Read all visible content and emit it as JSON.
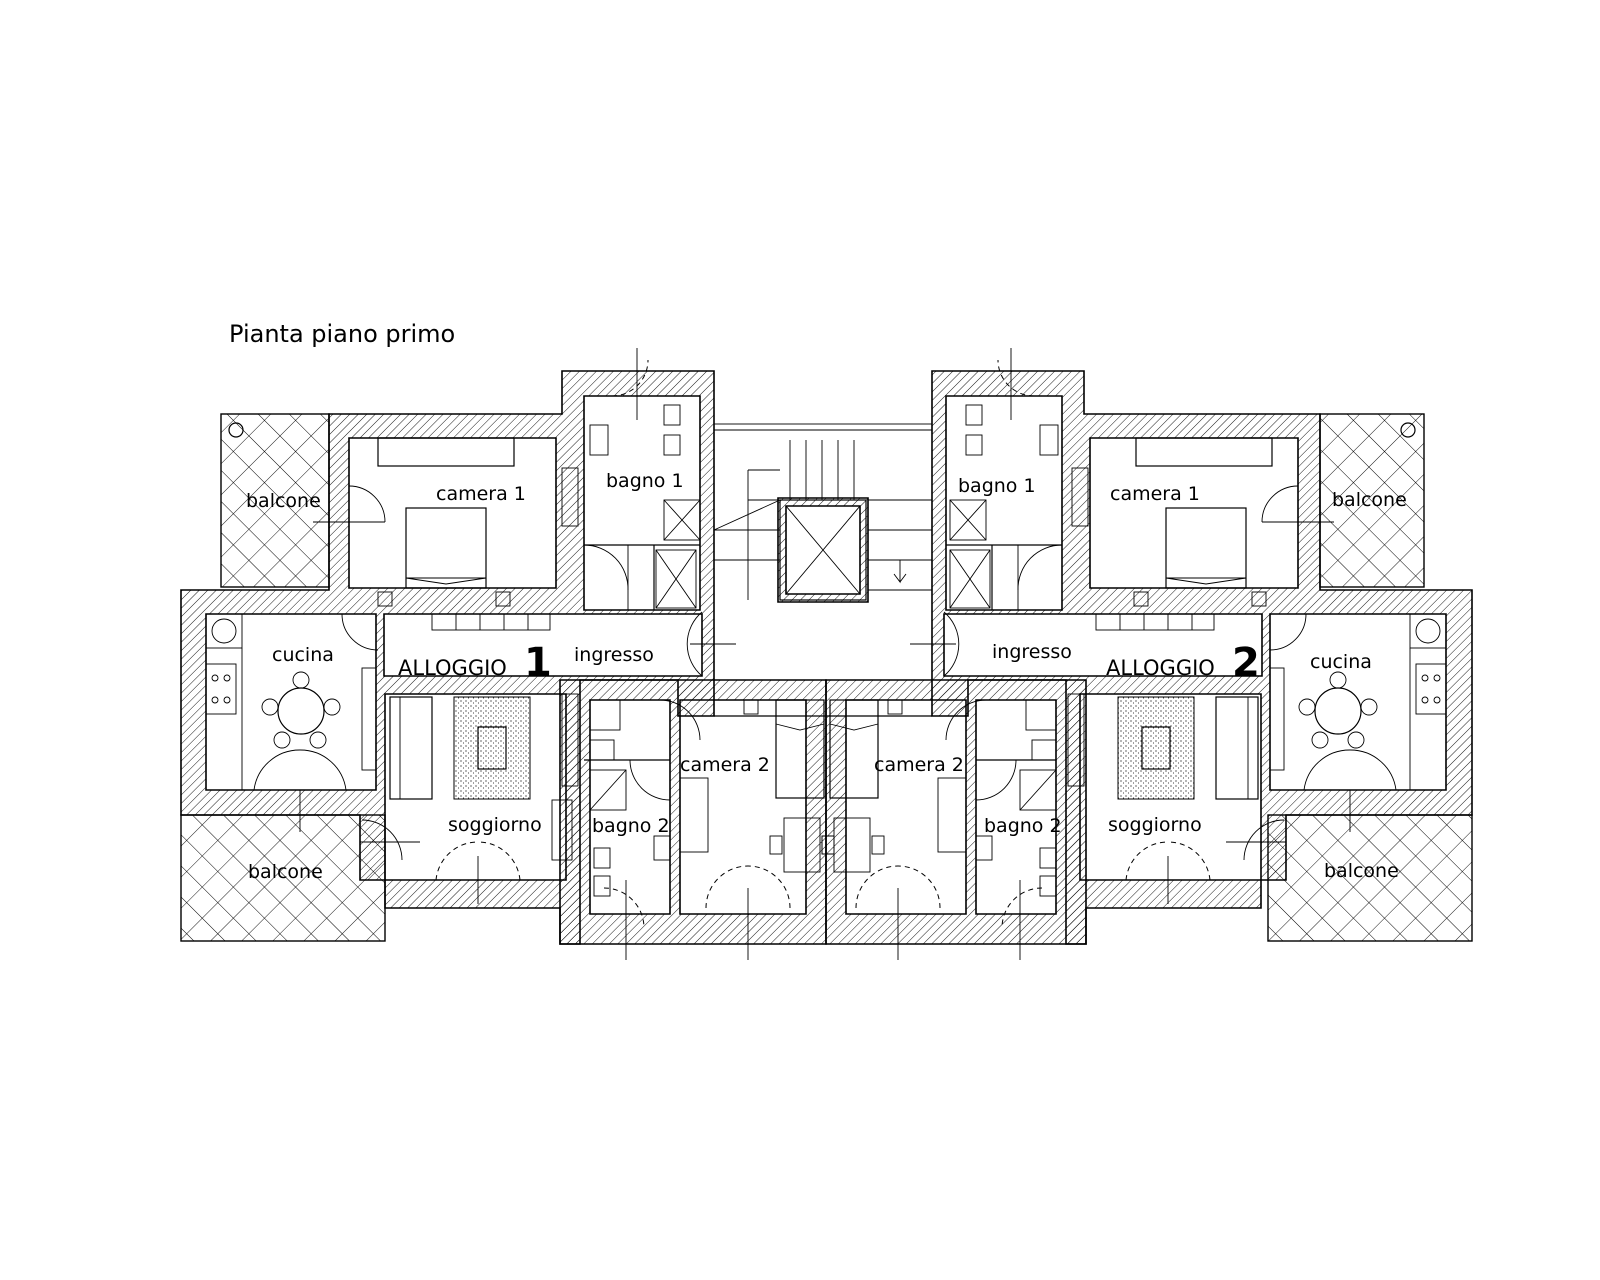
{
  "title": "Pianta piano primo",
  "units": [
    {
      "name": "ALLOGGIO",
      "number": "1"
    },
    {
      "name": "ALLOGGIO",
      "number": "2"
    }
  ],
  "rooms": {
    "left": {
      "balcone_top": "balcone",
      "camera1": "camera 1",
      "bagno1": "bagno 1",
      "cucina": "cucina",
      "ingresso": "ingresso",
      "camera2": "camera 2",
      "bagno2": "bagno 2",
      "soggiorno": "soggiorno",
      "balcone_bottom": "balcone"
    },
    "right": {
      "balcone_top": "balcone",
      "camera1": "camera 1",
      "bagno1": "bagno 1",
      "cucina": "cucina",
      "ingresso": "ingresso",
      "camera2": "camera 2",
      "bagno2": "bagno 2",
      "soggiorno": "soggiorno",
      "balcone_bottom": "balcone"
    }
  }
}
